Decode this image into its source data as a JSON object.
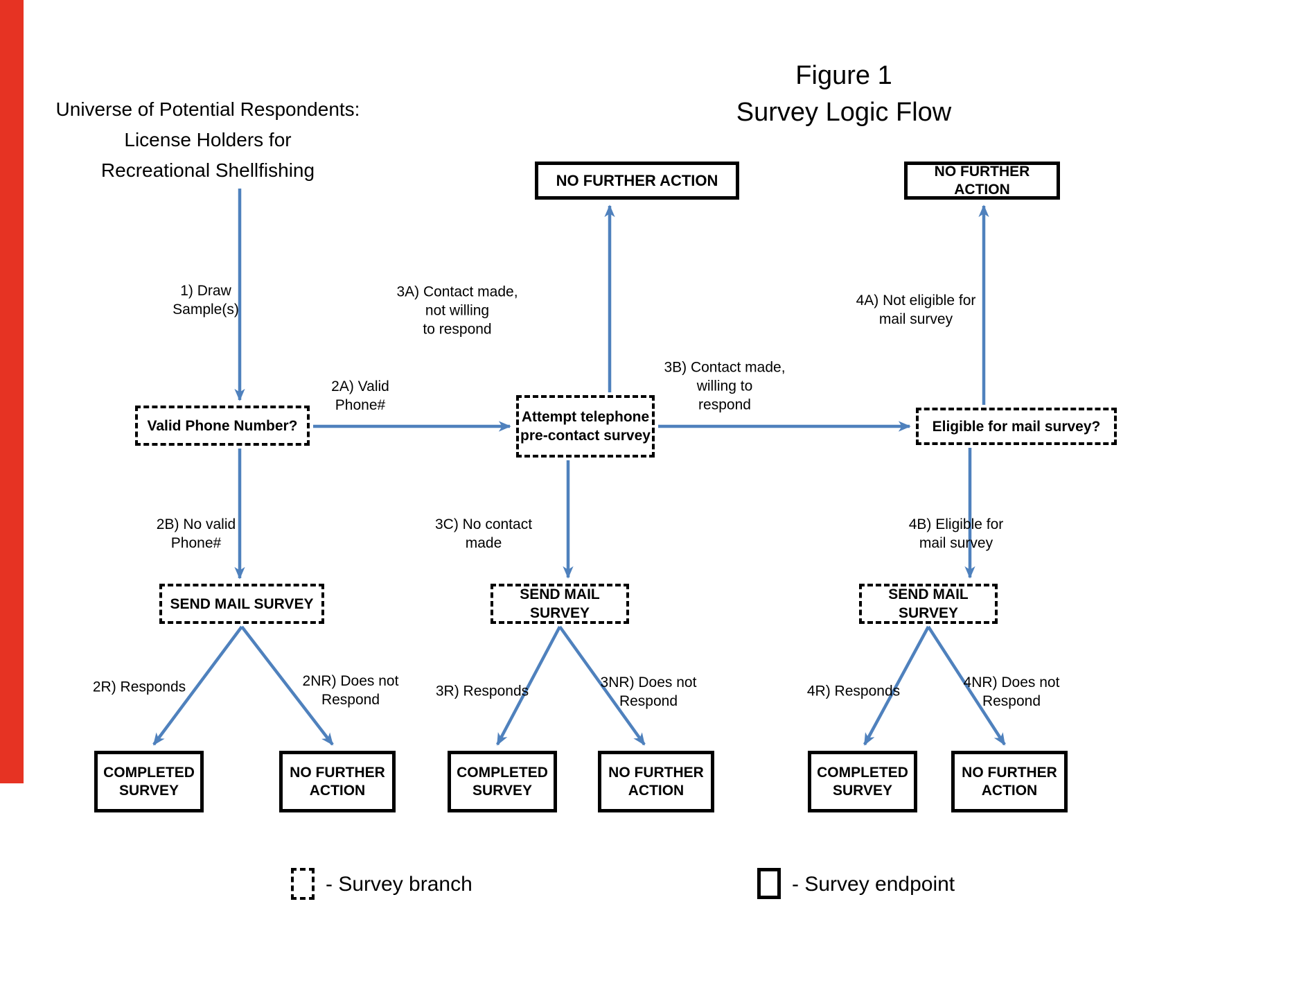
{
  "title": {
    "text": "Figure 1\nSurvey Logic Flow"
  },
  "universe_header": "Universe of Potential Respondents:\nLicense Holders for\nRecreational Shellfishing",
  "colors": {
    "arrow": "#4f81bd",
    "box_border": "#000000",
    "red_bar": "#e63323",
    "background": "#ffffff"
  },
  "branch_boxes": {
    "valid_phone": "Valid Phone Number?",
    "telephone": "Attempt telephone\npre-contact survey",
    "eligible": "Eligible for mail survey?",
    "send_mail_left": "SEND MAIL SURVEY",
    "send_mail_mid": "SEND MAIL SURVEY",
    "send_mail_right": "SEND MAIL SURVEY"
  },
  "endpoint_boxes": {
    "nfa_top_mid": "NO FURTHER ACTION",
    "nfa_top_right": "NO FURTHER ACTION",
    "completed_1": "COMPLETED\nSURVEY",
    "nfa_1": "NO FURTHER\nACTION",
    "completed_2": "COMPLETED\nSURVEY",
    "nfa_2": "NO FURTHER\nACTION",
    "completed_3": "COMPLETED\nSURVEY",
    "nfa_3": "NO FURTHER\nACTION"
  },
  "edge_labels": {
    "l1": "1) Draw\nSample(s)",
    "l2a": "2A) Valid\nPhone#",
    "l2b": "2B) No valid\nPhone#",
    "l3a": "3A) Contact made,\nnot willing\nto respond",
    "l3b": "3B) Contact made,\nwilling to\nrespond",
    "l3c": "3C) No contact\nmade",
    "l4a": "4A) Not eligible for\nmail survey",
    "l4b": "4B) Eligible for\nmail survey",
    "r2": "2R) Responds",
    "nr2": "2NR) Does not\nRespond",
    "r3": "3R) Responds",
    "nr3": "3NR) Does not\nRespond",
    "r4": "4R) Responds",
    "nr4": "4NR) Does not\nRespond"
  },
  "legend": {
    "branch": "- Survey branch",
    "endpoint": "- Survey endpoint"
  }
}
